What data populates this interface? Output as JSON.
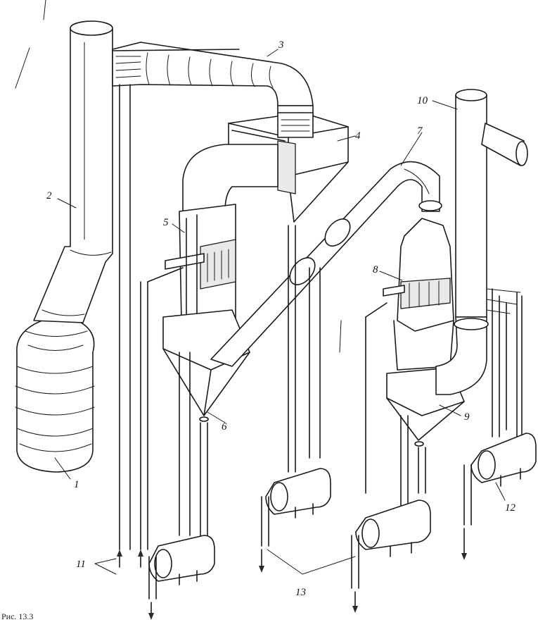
{
  "figure": {
    "callouts": [
      {
        "id": "c1",
        "text": "1"
      },
      {
        "id": "c2",
        "text": "2"
      },
      {
        "id": "c3",
        "text": "3"
      },
      {
        "id": "c4",
        "text": "4"
      },
      {
        "id": "c5",
        "text": "5"
      },
      {
        "id": "c6",
        "text": "6"
      },
      {
        "id": "c7",
        "text": "7"
      },
      {
        "id": "c8",
        "text": "8"
      },
      {
        "id": "c9",
        "text": "9"
      },
      {
        "id": "c10",
        "text": "10"
      },
      {
        "id": "c11",
        "text": "11"
      },
      {
        "id": "c12",
        "text": "12"
      },
      {
        "id": "c13",
        "text": "13"
      }
    ],
    "caption": "Рис. 13.3"
  },
  "colors": {
    "ink": "#1a1a1a",
    "paper": "#ffffff"
  }
}
